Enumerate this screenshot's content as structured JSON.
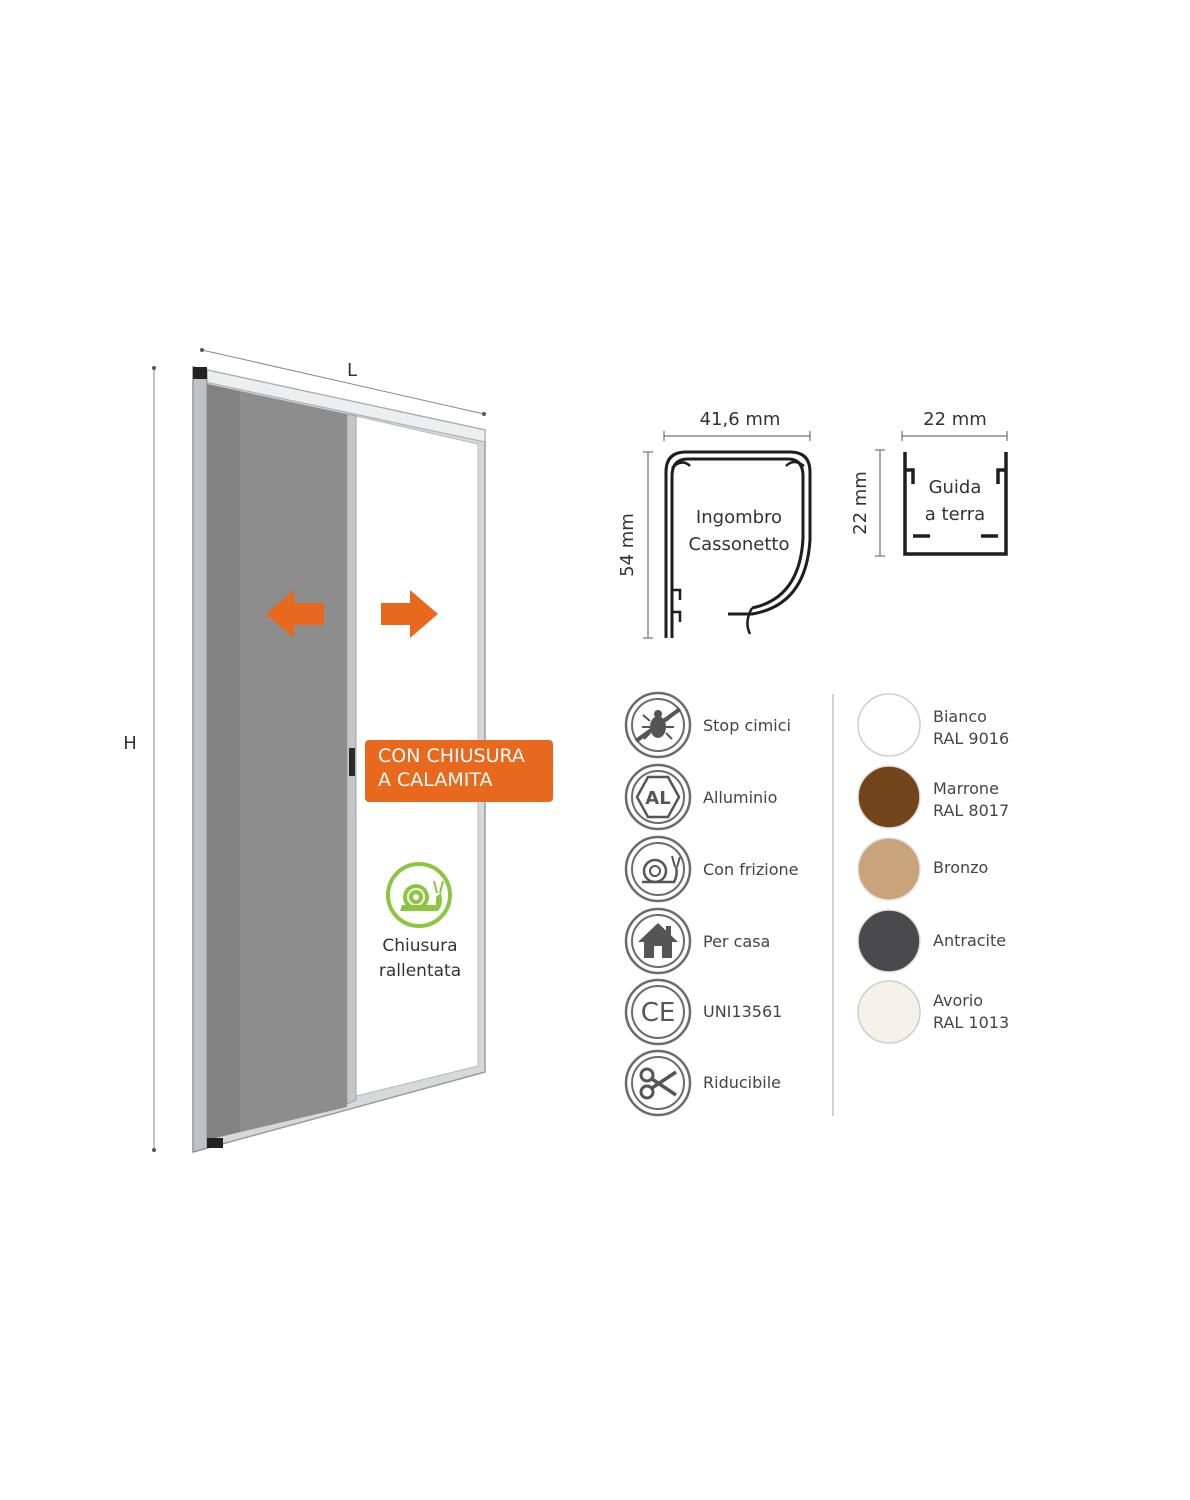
{
  "door": {
    "width_label": "L",
    "height_label": "H",
    "badge_lines": [
      "CON CHIUSURA",
      "A CALAMITA"
    ],
    "slow_close_lines": [
      "Chiusura",
      "rallentata"
    ]
  },
  "profiles": {
    "box": {
      "width": "41,6 mm",
      "height": "54 mm",
      "lines": [
        "Ingombro",
        "Cassonetto"
      ]
    },
    "guide": {
      "width": "22 mm",
      "height": "22 mm",
      "lines": [
        "Guida",
        "a terra"
      ]
    }
  },
  "features": [
    {
      "label": "Stop cimici",
      "icon": "bug-icon"
    },
    {
      "label": "Alluminio",
      "icon": "aluminium-icon",
      "icon_text": "AL"
    },
    {
      "label": "Con frizione",
      "icon": "snail-icon"
    },
    {
      "label": "Per casa",
      "icon": "house-icon"
    },
    {
      "label": "UNI13561",
      "icon": "ce-icon",
      "icon_text": "CE"
    },
    {
      "label": "Riducibile",
      "icon": "scissors-icon"
    }
  ],
  "colors": [
    {
      "lines": [
        "Bianco",
        "RAL 9016"
      ],
      "hex": "#ffffff"
    },
    {
      "lines": [
        "Marrone",
        "RAL 8017"
      ],
      "hex": "#74451a"
    },
    {
      "lines": [
        "Bronzo"
      ],
      "hex": "#c9a47a"
    },
    {
      "lines": [
        "Antracite"
      ],
      "hex": "#4a4a4c"
    },
    {
      "lines": [
        "Avorio",
        "RAL 1013"
      ],
      "hex": "#f3f1e8"
    }
  ],
  "accent_color": "#e8681e",
  "snail_color": "#8cc63f"
}
